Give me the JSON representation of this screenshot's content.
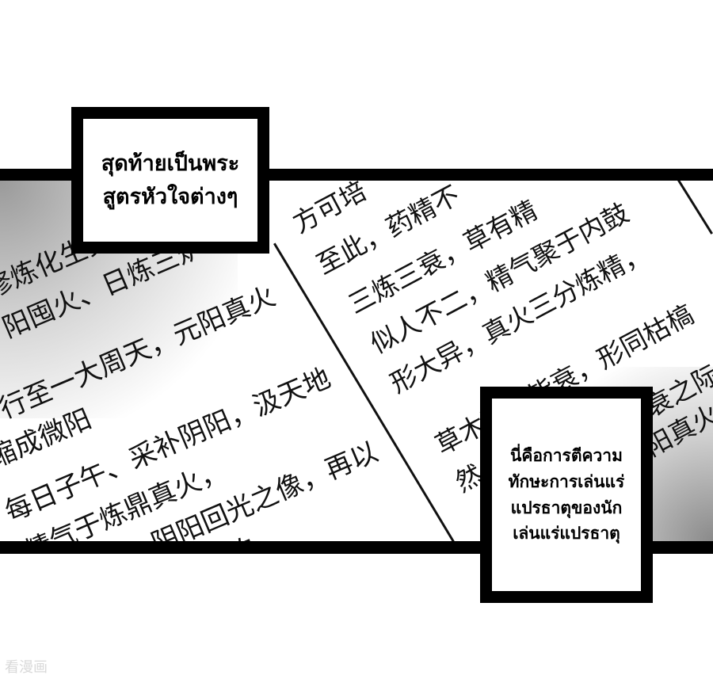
{
  "captions": {
    "top": {
      "lines": [
        "สุดท้ายเป็นพระ",
        "สูตรหัวใจต่างๆ"
      ]
    },
    "bottom": {
      "lines": [
        "นี่คือการตีความ",
        "ทักษะการเล่นแร่",
        "แปรธาตุของนัก",
        "เล่นแร่แปรธาตุ"
      ]
    }
  },
  "book": {
    "left_page": [
      "修炼化生炎",
      "阳囤火、日炼三炉",
      "行至一大周天，元阳真火",
      "缩成微阳",
      "每日子午、采补阴阳，汲天地",
      "精气于炼鼎真火，",
      "阴阳回光之像，再以",
      "焚灼，"
    ],
    "right_page": [
      "方可培",
      "至此，药精不",
      "三炼三衰，草有精",
      "似人不二，精气聚于内鼓",
      "形大异，真火三分炼精，",
      "草木精气皆衰，形同枯槁",
      "然……",
      "衰之际",
      "阳真火"
    ]
  },
  "watermark": "看漫画"
}
